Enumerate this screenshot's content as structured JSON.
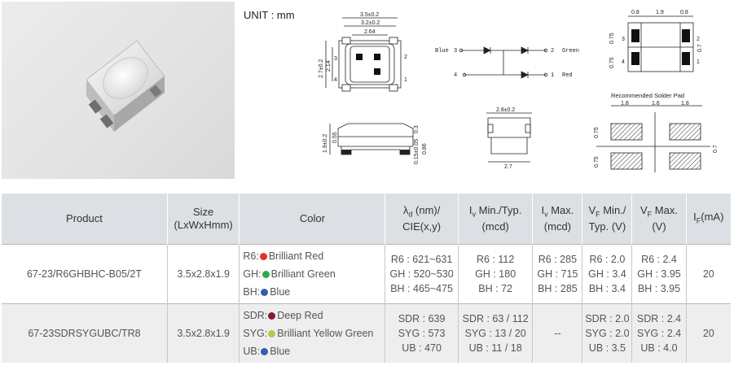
{
  "unit_label": "UNIT : mm",
  "drawing": {
    "top": {
      "dim_w_outer": "3.5±0.2",
      "dim_w_inner": "3.2±0.2",
      "dim_w_pad": "2.64",
      "dim_h_outer": "2.7±0.2",
      "dim_h_inner": "2.14",
      "pin3": "3",
      "pin4": "4",
      "pin2": "2",
      "pin1": "1"
    },
    "circuit": {
      "blue": "Blue",
      "green": "Green",
      "red": "Red",
      "n3": "3",
      "n4": "4",
      "n2": "2",
      "n1": "1"
    },
    "bottom": {
      "d1": "0.8",
      "d2": "1.9",
      "d3": "0.8",
      "side1": "0.75",
      "side2": "0.75",
      "right": "0.7",
      "pin3": "3",
      "pin4": "4",
      "pin2": "2",
      "pin1": "1"
    },
    "side": {
      "h": "1.9±0.2",
      "t1": "0.55",
      "t2": "0.3",
      "t3": "0.15±0.05",
      "t4": "0.86"
    },
    "end": {
      "w": "2.8±0.2",
      "b": "2.7"
    },
    "solder": {
      "title": "Recommended Solder Pad",
      "a": "1.8",
      "b": "1.6",
      "c": "1.8",
      "v1": "0.75",
      "v2": "0.75",
      "v3": "0.7"
    }
  },
  "table": {
    "headers": {
      "product": "Product",
      "size": "Size",
      "size_sub": "(LxWxHmm)",
      "color": "Color",
      "lambda": "λ",
      "lambda_sub": "d",
      "lambda_unit": " (nm)/",
      "lambda_line2": "CIE(x,y)",
      "iv_min": "I",
      "iv_min_sub": "v",
      "iv_min_text": " Min./Typ.",
      "iv_min_unit": "(mcd)",
      "iv_max": "I",
      "iv_max_sub": "v",
      "iv_max_text": " Max.",
      "iv_max_unit": "(mcd)",
      "vf_min": "V",
      "vf_min_sub": "F",
      "vf_min_text": " Min./",
      "vf_min_unit": "Typ. (V)",
      "vf_max": "V",
      "vf_max_sub": "F",
      "vf_max_text": " Max.",
      "vf_max_unit": "(V)",
      "if": "I",
      "if_sub": "F",
      "if_unit": "(mA)"
    },
    "rows": [
      {
        "product": "67-23/R6GHBHC-B05/2T",
        "size": "3.5x2.8x1.9",
        "colors": [
          {
            "code": "R6:",
            "dot": "#e8302e",
            "name": "Brilliant Red"
          },
          {
            "code": "GH:",
            "dot": "#2bab4b",
            "name": "Brilliant Green"
          },
          {
            "code": "BH:",
            "dot": "#2f5fb3",
            "name": "Blue"
          }
        ],
        "lambda": [
          "R6 : 621~631",
          "GH : 520~530",
          "BH : 465~475"
        ],
        "iv_min": [
          "R6 : 112",
          "GH : 180",
          "BH : 72"
        ],
        "iv_max": [
          "R6 : 285",
          "GH : 715",
          "BH : 285"
        ],
        "vf_min": [
          "R6 : 2.0",
          "GH : 3.4",
          "BH : 3.4"
        ],
        "vf_max": [
          "R6 : 2.4",
          "GH : 3.95",
          "BH : 3.95"
        ],
        "if": "20"
      },
      {
        "product": "67-23SDRSYGUBC/TR8",
        "size": "3.5x2.8x1.9",
        "colors": [
          {
            "code": "SDR:",
            "dot": "#8b1a2b",
            "name": "Deep Red"
          },
          {
            "code": "SYG:",
            "dot": "#b5c94a",
            "name": "Brilliant Yellow Green"
          },
          {
            "code": "UB:",
            "dot": "#2f5fb3",
            "name": "Blue"
          }
        ],
        "lambda": [
          "SDR : 639",
          "SYG : 573",
          "UB : 470"
        ],
        "iv_min": [
          "SDR : 63 / 112",
          "SYG : 13 / 20",
          "UB : 11 / 18"
        ],
        "iv_max": [
          "--"
        ],
        "vf_min": [
          "SDR : 2.0",
          "SYG : 2.0",
          "UB : 3.5"
        ],
        "vf_max": [
          "SDR : 2.4",
          "SYG : 2.4",
          "UB : 4.0"
        ],
        "if": "20"
      }
    ]
  }
}
